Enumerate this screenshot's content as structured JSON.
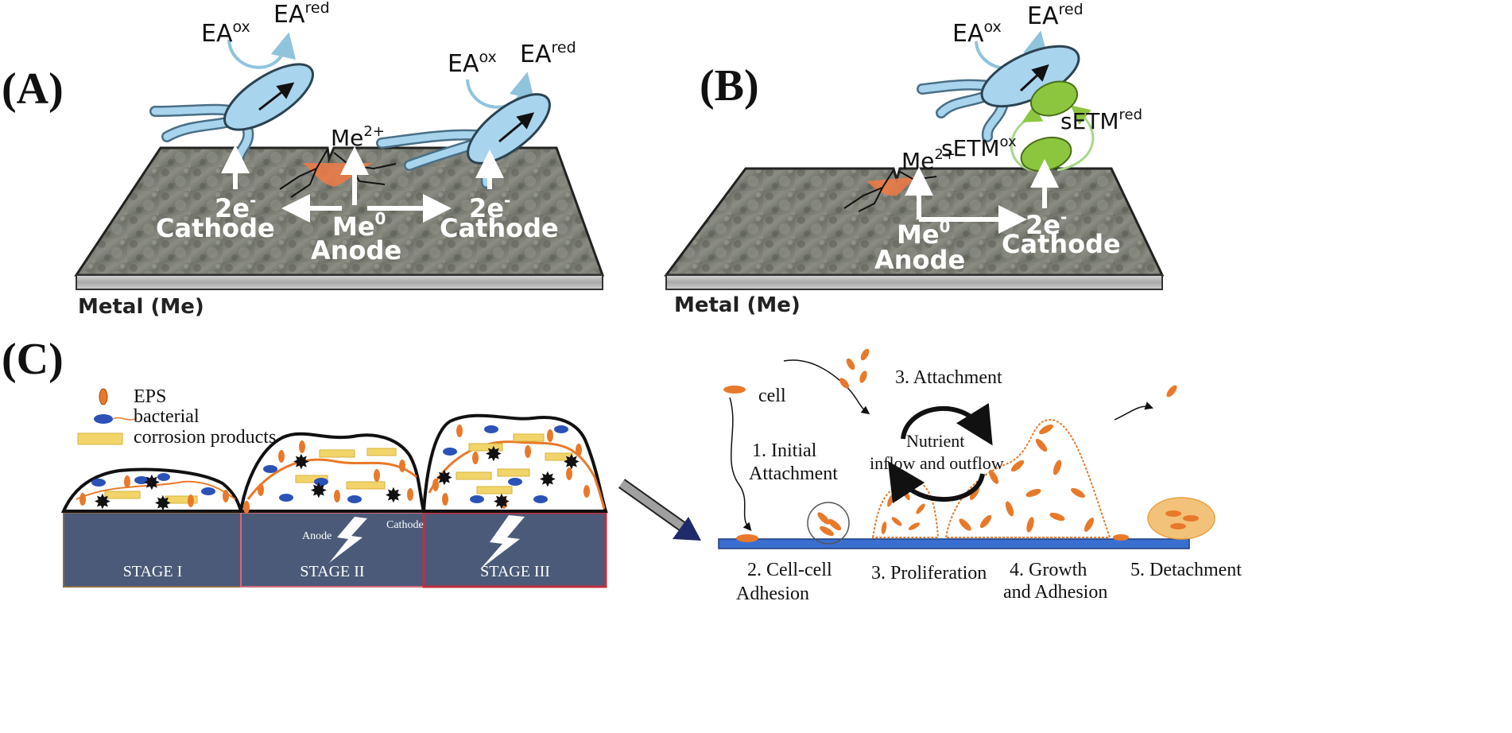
{
  "panels": {
    "a": {
      "label": "(A)",
      "metal": "Metal (Me)",
      "ea_ox": "EA",
      "ea_ox_sup": "ox",
      "ea_red": "EA",
      "ea_red_sup": "red",
      "me_ion": "Me",
      "me_ion_sup": "2+",
      "electrons": "2e",
      "electrons_sup": "-",
      "cathode": "Cathode",
      "me0": "Me",
      "me0_sup": "0",
      "anode": "Anode"
    },
    "b": {
      "label": "(B)",
      "metal": "Metal (Me)",
      "ea_ox": "EA",
      "ea_ox_sup": "ox",
      "ea_red": "EA",
      "ea_red_sup": "red",
      "setm_ox": "sETM",
      "setm_ox_sup": "ox",
      "setm_red": "sETM",
      "setm_red_sup": "red",
      "me_ion": "Me",
      "me_ion_sup": "2+",
      "me0": "Me",
      "me0_sup": "0",
      "anode": "Anode",
      "electrons": "2e",
      "electrons_sup": "-",
      "cathode": "Cathode"
    },
    "c": {
      "label": "(C)",
      "legend": [
        "EPS",
        "bacterial",
        "corrosion products"
      ],
      "stages": [
        "STAGE I",
        "STAGE II",
        "STAGE III"
      ],
      "anode": "Anode",
      "cathode": "Cathode",
      "cell": "cell",
      "steps": {
        "initial_1": "1. Initial",
        "initial_2": "Attachment",
        "attachment": "3. Attachment",
        "nutrient_1": "Nutrient",
        "nutrient_2": "inflow and outflow",
        "adhesion_1": "2. Cell-cell",
        "adhesion_2": "Adhesion",
        "proliferation": "3. Proliferation",
        "growth_1": "4. Growth",
        "growth_2": "and Adhesion",
        "detachment": "5. Detachment"
      }
    }
  },
  "colors": {
    "bacterium": "#a9d4ee",
    "setm": "#8cc63f",
    "eps": "#e8792a",
    "stage_fill": "#4a5a78",
    "corrosion": "#f2d56a",
    "surface": "#3a6fd1"
  }
}
